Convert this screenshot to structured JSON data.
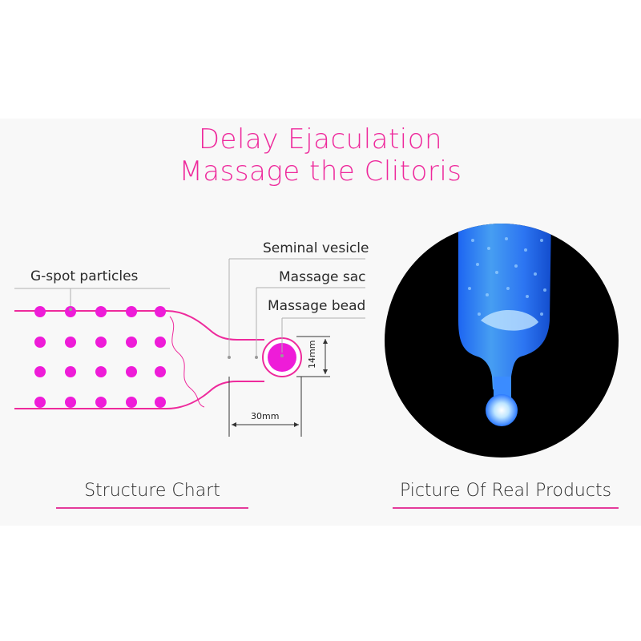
{
  "title": {
    "line1": "Delay Ejaculation",
    "line2": "Massage the Clitoris"
  },
  "diagram": {
    "callouts": {
      "g_spot": "G-spot particles",
      "seminal_vesicle": "Seminal vesicle",
      "massage_sac": "Massage sac",
      "massage_bead": "Massage bead"
    },
    "dimensions": {
      "length": "30mm",
      "diameter": "14mm"
    }
  },
  "captions": {
    "left": "Structure Chart",
    "right": "Picture Of Real Products"
  },
  "colors": {
    "accent": "#ee2a9c",
    "dots": "#ee1cd8",
    "product": "#2f7cff",
    "photo_background": "#000000"
  }
}
